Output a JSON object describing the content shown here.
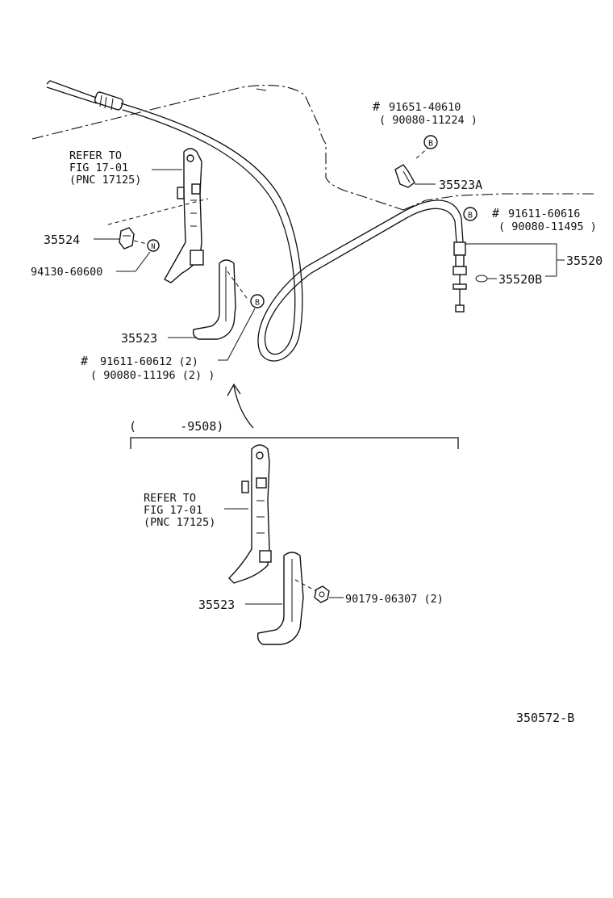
{
  "labels": {
    "bracket_upper_refer": [
      "REFER TO",
      "FIG 17-01",
      "(PNC 17125)"
    ],
    "bracket_lower_refer": [
      "REFER TO",
      "FIG 17-01",
      "(PNC 17125)"
    ],
    "p35524": "35524",
    "p94130": "94130-60600",
    "p35523_upper": "35523",
    "bolt_upper_a": "91611-60612 (2)",
    "bolt_upper_b": "( 90080-11196 (2) )",
    "bolt_clip_a": "91651-40610",
    "bolt_clip_b": "( 90080-11224 )",
    "p35523A": "35523A",
    "bolt_right_a": "91611-60616",
    "bolt_right_b": "( 90080-11495 )",
    "p35520": "35520",
    "p35520B": "35520B",
    "date_range": "(      -9508)",
    "p35523_lower": "35523",
    "nut_lower": "90179-06307 (2)",
    "figure_code": "350572-B"
  },
  "symbols": {
    "hash": "#",
    "circle_b": "B",
    "circle_n": "N"
  }
}
